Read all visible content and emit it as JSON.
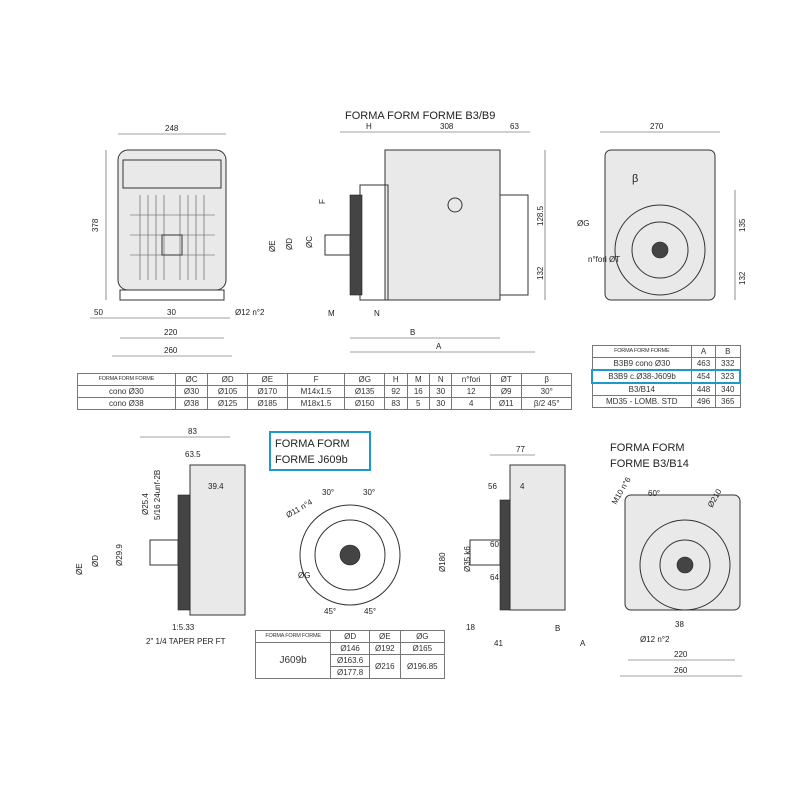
{
  "top_title": "FORMA FORM FORME B3/B9",
  "front_view": {
    "d_248": "248",
    "d_378": "378",
    "d_50": "50",
    "d_30": "30",
    "d_holes": "Ø12 n°2",
    "d_220": "220",
    "d_260": "260"
  },
  "side_view": {
    "H": "H",
    "d_308": "308",
    "d_63": "63",
    "F": "F",
    "E": "ØE",
    "D": "ØD",
    "C": "ØC",
    "d_128": "128.5",
    "d_132": "132",
    "M": "M",
    "N": "N",
    "B": "B",
    "A": "A"
  },
  "end_view": {
    "d_270": "270",
    "beta": "β",
    "G": "ØG",
    "holes": "n°fori ØT",
    "d_135": "135",
    "d_132": "132"
  },
  "main_table": {
    "headers": [
      "FORMA FORM FORME",
      "ØC",
      "ØD",
      "ØE",
      "F",
      "ØG",
      "H",
      "M",
      "N",
      "n°fori",
      "ØT",
      "β"
    ],
    "rows": [
      [
        "cono Ø30",
        "Ø30",
        "Ø105",
        "Ø170",
        "M14x1.5",
        "Ø135",
        "92",
        "16",
        "30",
        "12",
        "Ø9",
        "30°"
      ],
      [
        "cono Ø38",
        "Ø38",
        "Ø125",
        "Ø185",
        "M18x1.5",
        "Ø150",
        "83",
        "5",
        "30",
        "4",
        "Ø11",
        "β/2 45°"
      ]
    ]
  },
  "ab_table": {
    "headers": [
      "FORMA FORM FORME",
      "A",
      "B"
    ],
    "rows": [
      [
        "B3B9 cono Ø30",
        "463",
        "332"
      ],
      [
        "B3B9 c.Ø38-J609b",
        "454",
        "323"
      ],
      [
        "B3/B14",
        "448",
        "340"
      ],
      [
        "MD35 - LOMB. STD",
        "496",
        "365"
      ]
    ],
    "highlighted_row": 1,
    "highlight_color": "#1e9ac9"
  },
  "j609_title": {
    "line1": "FORMA FORM",
    "line2": "FORME J609b"
  },
  "j609_side": {
    "d_83": "83",
    "d_63": "63.5",
    "d_39": "39.4",
    "d_25": "Ø25.4",
    "thread": "5/16 24unf-2B",
    "E": "ØE",
    "D": "ØD",
    "d_29": "Ø29.9",
    "ratio": "1:5.33",
    "taper": "2\" 1/4 TAPER PER FT"
  },
  "j609_flange": {
    "a30a": "30°",
    "a30b": "30°",
    "holes": "Ø11 n°4",
    "G": "ØG",
    "a45a": "45°",
    "a45b": "45°"
  },
  "j609_table": {
    "headers": [
      "FORMA FORM FORME",
      "ØD",
      "ØE",
      "ØG"
    ],
    "model": "J609b",
    "D": [
      "Ø146",
      "Ø163.6",
      "Ø177.8"
    ],
    "E": [
      "Ø192",
      "Ø216"
    ],
    "G": [
      "Ø165",
      "Ø196.85"
    ]
  },
  "b14_side": {
    "d_77": "77",
    "d_56": "56",
    "d_4": "4",
    "d_60": "60",
    "d_64": "64",
    "d_180": "Ø180",
    "d_35": "Ø35 k6",
    "d_18": "18",
    "d_41": "41",
    "B": "B",
    "A": "A"
  },
  "b14_title": {
    "line1": "FORMA FORM",
    "line2": "FORME B3/B14"
  },
  "b14_front": {
    "holes": "M10 n°6",
    "angle": "60°",
    "d_210": "Ø210",
    "d_38": "38",
    "d_12": "Ø12 n°2",
    "d_220": "220",
    "d_260": "260"
  }
}
